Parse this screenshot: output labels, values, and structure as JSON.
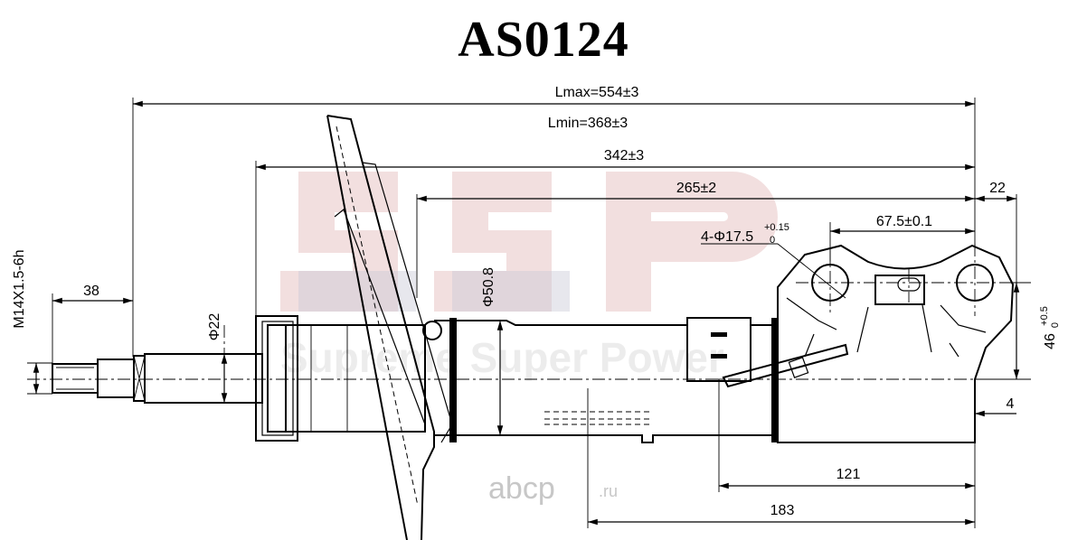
{
  "title": "AS0124",
  "watermark": {
    "logo_text": "SSP",
    "slogan": "Supreme Super Power",
    "site_text": "abcp",
    "site_suffix": ".ru"
  },
  "dimensions": {
    "lmax": "Lmax=554±3",
    "lmin": "Lmin=368±3",
    "d342": "342±3",
    "d265": "265±2",
    "d22": "22",
    "d67": "67.5±0.1",
    "holes_main": "4-Φ17.5",
    "holes_tol_upper": "+0.15",
    "holes_tol_lower": "0",
    "d38": "38",
    "thread": "M14X1.5-6h",
    "rod_dia": "Φ22",
    "body_dia": "Φ50.8",
    "d46_main": "46",
    "d46_tol_upper": "+0.5",
    "d46_tol_lower": "0",
    "d4": "4",
    "d121": "121",
    "d183": "183"
  },
  "colors": {
    "line": "#000000",
    "watermark_red": "#e8c4c4",
    "watermark_blue": "#c9c9d8",
    "site_gray": "#c7c7c7"
  }
}
